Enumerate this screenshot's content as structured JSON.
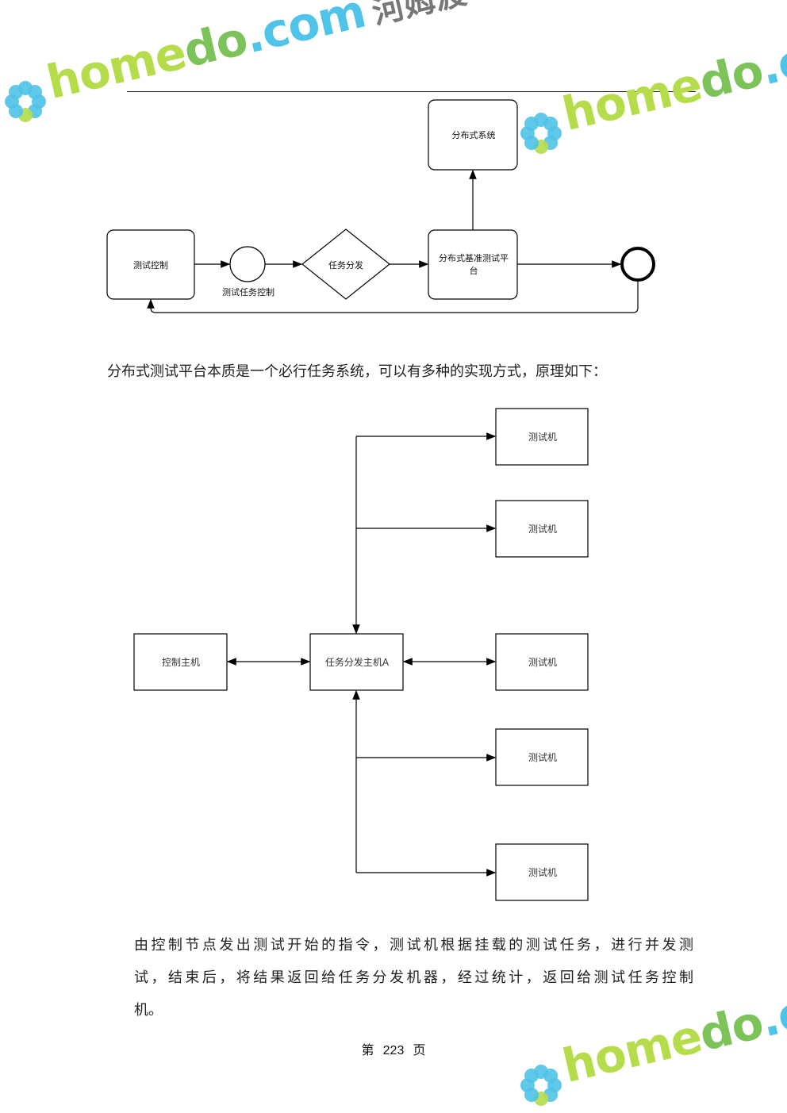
{
  "flow_diagram": {
    "box_test_control": "测试控制",
    "event_label": "测试任务控制",
    "gateway": "任务分发",
    "box_platform_line1": "分布式基准测试平",
    "box_platform_line2": "台",
    "box_system": "分布式系统"
  },
  "intro_text": "分布式测试平台本质是一个必行任务系统，可以有多种的实现方式，原理如下：",
  "arch_diagram": {
    "control_host": "控制主机",
    "dispatcher": "任务分发主机A",
    "test_machines": [
      "测试机",
      "测试机",
      "测试机",
      "测试机",
      "测试机"
    ]
  },
  "body_lines": [
    "由控制节点发出测试开始的指令，测试机根据挂载的测试任务，进行并发测",
    "试，结束后，将结果返回给任务分发机器，经过统计，返回给测试任务控制",
    "机。"
  ],
  "footer": {
    "prefix": "第",
    "page": "223",
    "suffix": "页"
  },
  "watermark": {
    "brand_a": "home",
    "brand_b": "do",
    ".com": ".com",
    "cn": "河姆渡"
  },
  "colors": {
    "wm_green_light": "#b5dc4a",
    "wm_green": "#7cc35a",
    "wm_blue": "#4fc3e8"
  }
}
